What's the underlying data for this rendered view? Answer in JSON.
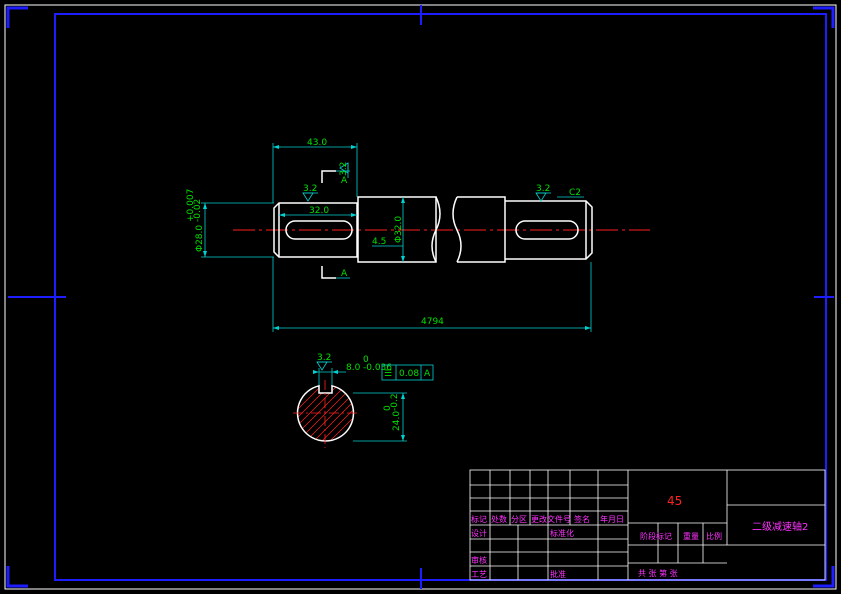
{
  "dimensions": {
    "length_43": "43.0",
    "length_32": "32.0",
    "offset_45": "4.5",
    "dia_28": "Φ28.0",
    "dia_28_tol_upper": "+0.007",
    "dia_28_tol_lower": "-0.02",
    "dia_32": "Φ32.0",
    "total_length": "4794",
    "key_width": "8.0",
    "key_width_tol_upper": "0",
    "key_width_tol_lower": "-0.036",
    "key_depth": "24.0",
    "key_depth_tol_upper": "0",
    "key_depth_tol_lower": "-0.2",
    "chamfer": "C2"
  },
  "roughness": [
    "3.2",
    "3.2",
    "3.2",
    "3.2"
  ],
  "section_marks": [
    "A",
    "A"
  ],
  "tolerance_frame": {
    "symbol": "☰",
    "value": "0.08",
    "datum": "A"
  },
  "title_block": {
    "material": "45",
    "part_name": "二级减速轴2",
    "labels": {
      "mark": "标记",
      "count": "处数",
      "zone": "分区",
      "change_doc": "更改文件号",
      "sign": "签名",
      "date": "年月日",
      "design": "设计",
      "standardize": "标准化",
      "stage_mark": "阶段标记",
      "weight": "重量",
      "scale": "比例",
      "review": "审核",
      "process": "工艺",
      "approve": "批准",
      "sheets": "共  张  第  张"
    }
  }
}
